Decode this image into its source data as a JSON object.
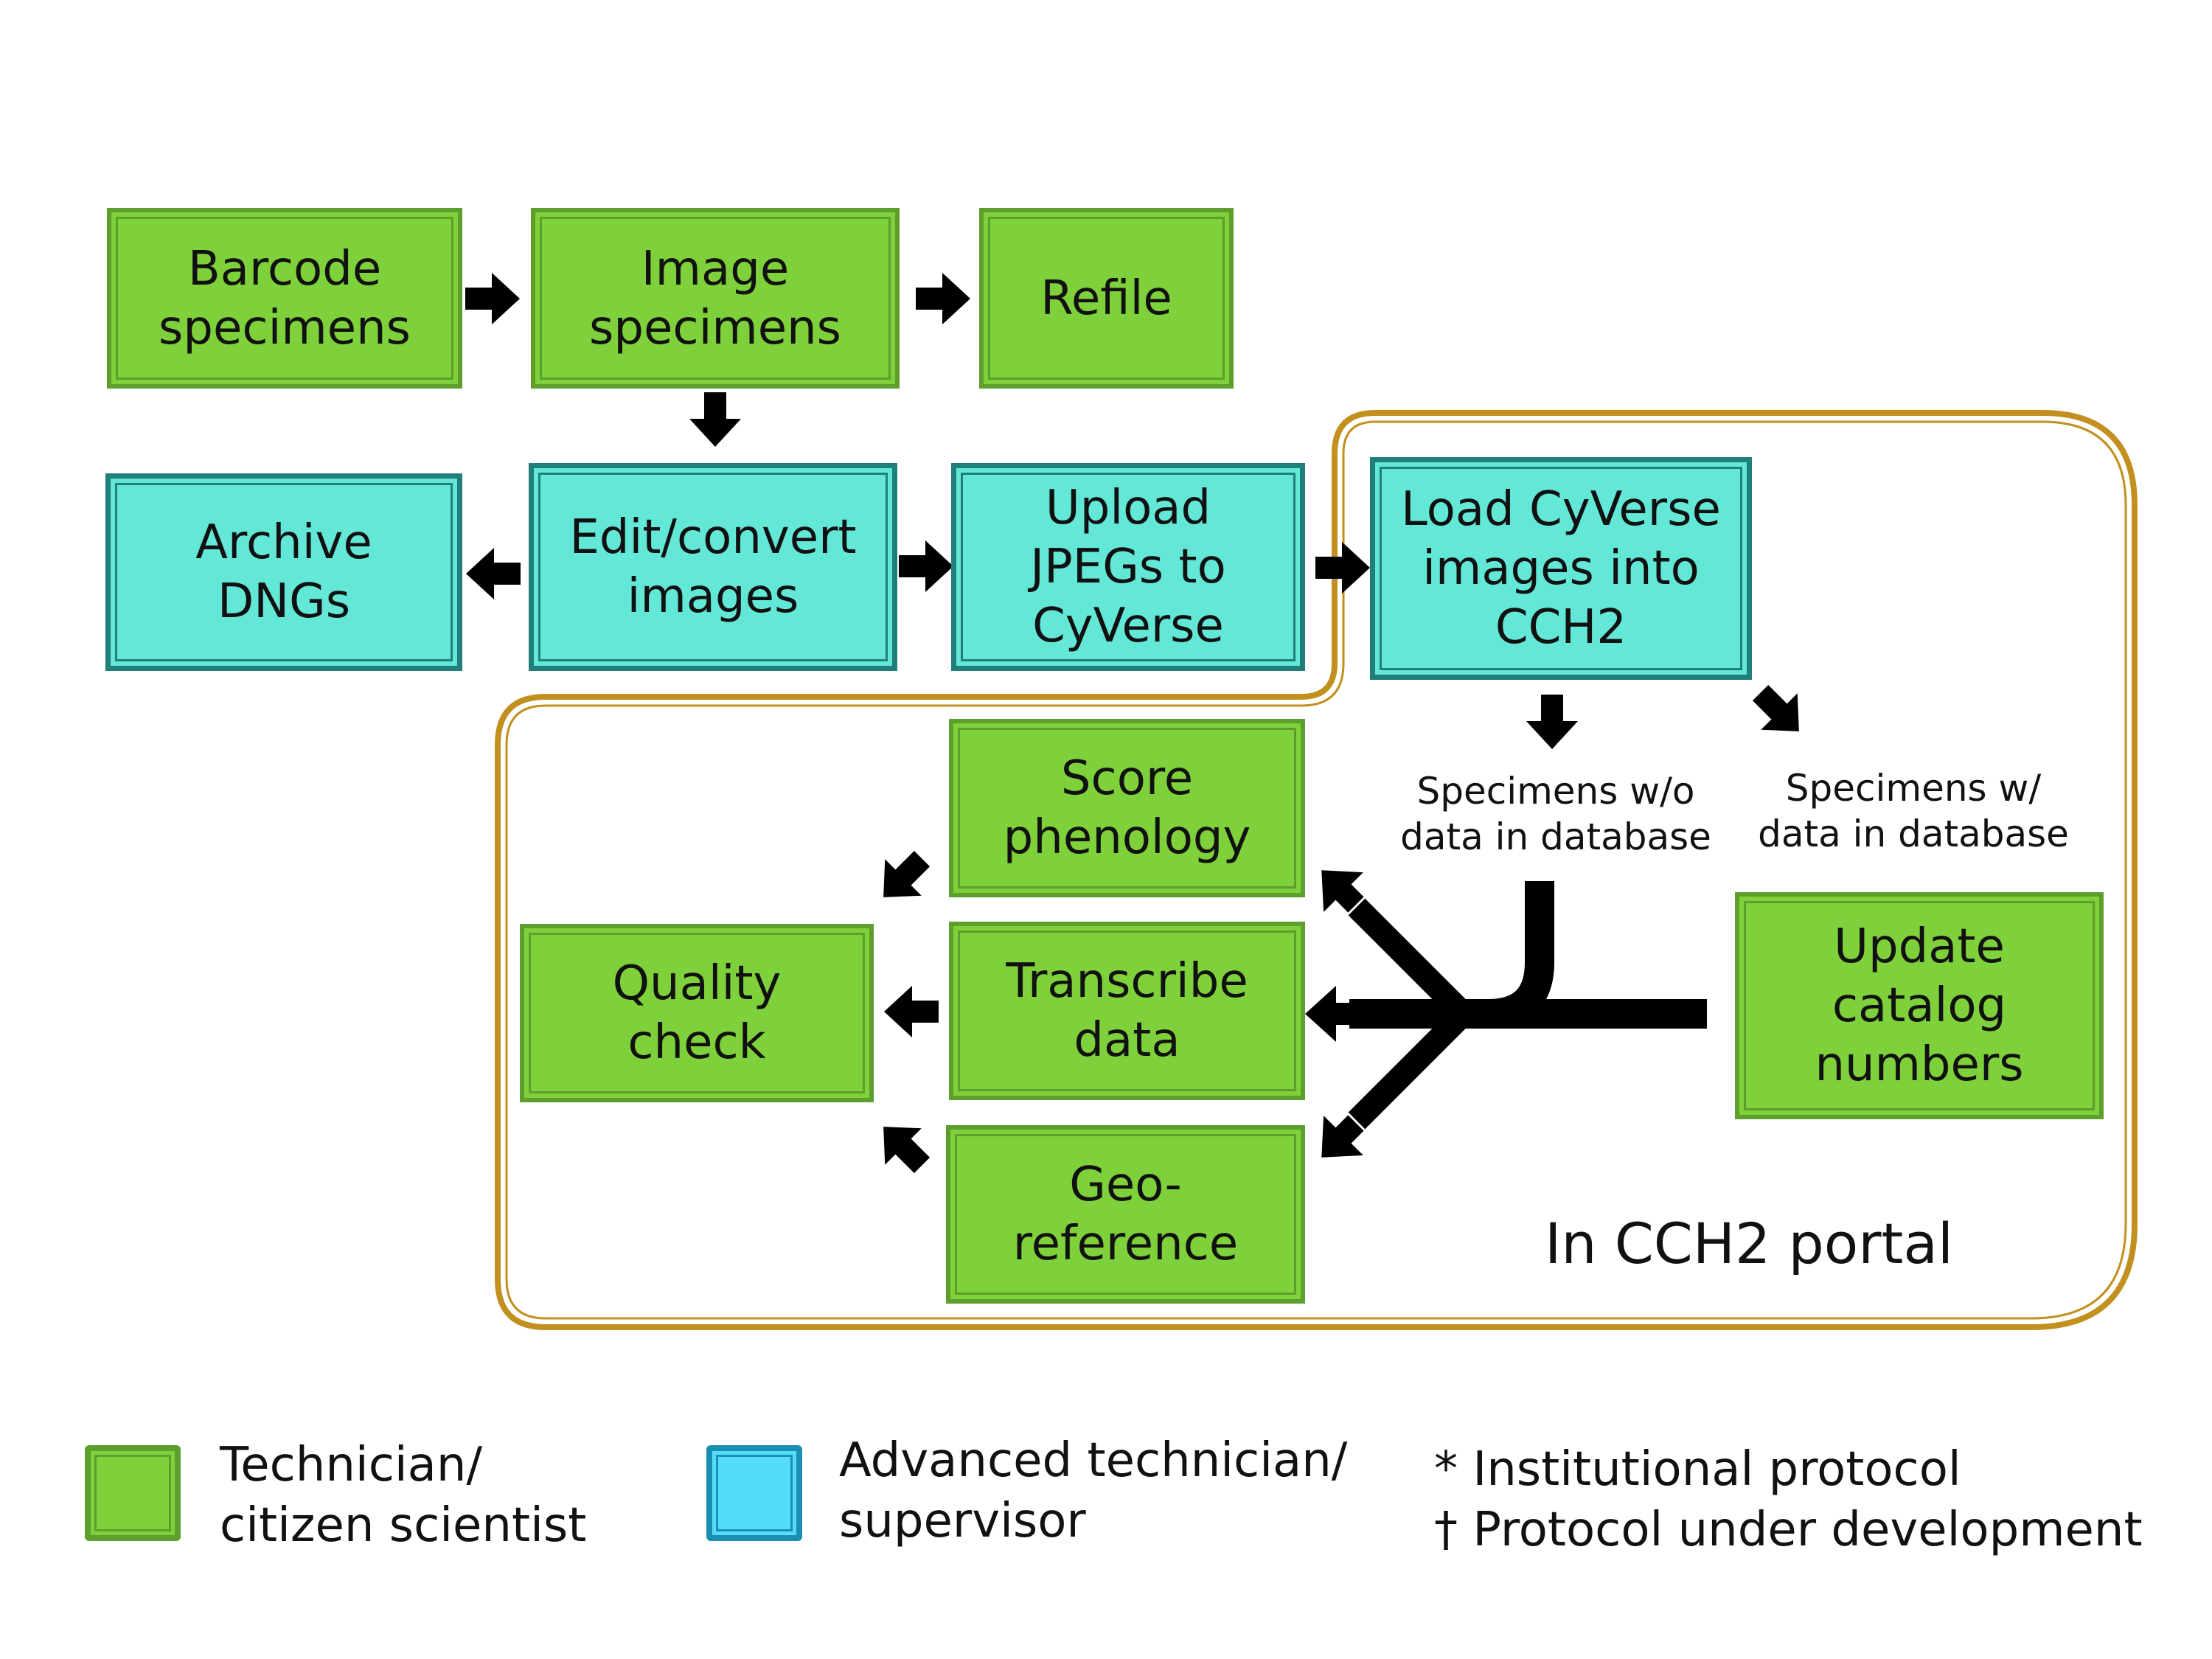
{
  "colors": {
    "green_fill": "#7ed13a",
    "green_border": "#5e9e2c",
    "teal_fill": "#63e8d8",
    "teal_border": "#207f7a",
    "legend_blue_fill": "#55dcfb",
    "legend_blue_border": "#1a8fb3",
    "portal_outline": "#c2901e",
    "arrow": "#000000"
  },
  "boxes": {
    "barcode": "Barcode\nspecimens",
    "image": "Image\nspecimens",
    "refile": "Refile",
    "archive": "Archive\nDNGs",
    "edit": "Edit/convert\nimages",
    "upload": "Upload\nJPEGs to\nCyVerse",
    "load": "Load CyVerse\nimages into\nCCH2",
    "score": "Score\nphenology",
    "transcribe": "Transcribe\ndata",
    "geo": "Geo-\nreference",
    "quality": "Quality\ncheck",
    "update": "Update\ncatalog\nnumbers"
  },
  "notes": {
    "without_data": "Specimens w/o\ndata in database",
    "with_data": "Specimens w/\ndata in database"
  },
  "portal_label": "In CCH2 portal",
  "legend": {
    "technician": "Technician/\ncitizen scientist",
    "advanced": "Advanced technician/\nsupervisor",
    "institutional": "* Institutional protocol",
    "development": "† Protocol under development"
  }
}
